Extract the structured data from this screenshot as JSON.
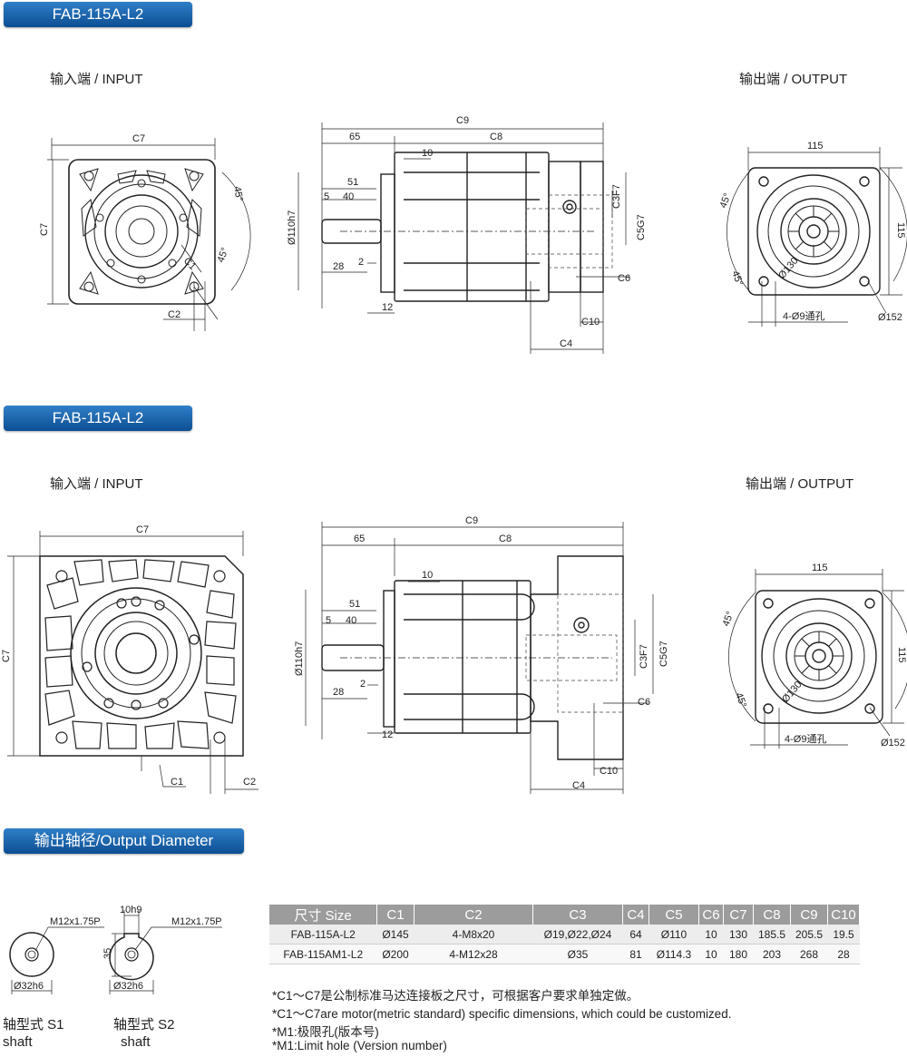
{
  "sections": [
    {
      "title": "FAB-115A-L2",
      "input_label": "输入端 / INPUT",
      "output_label": "输出端 / OUTPUT"
    },
    {
      "title": "FAB-115A-L2",
      "input_label": "输入端 / INPUT",
      "output_label": "输出端 / OUTPUT"
    }
  ],
  "dims": {
    "c1": "C1",
    "c2": "C2",
    "c4": "C4",
    "c6": "C6",
    "c7": "C7",
    "c8": "C8",
    "c9": "C9",
    "c10": "C10",
    "c3f7": "C3F7",
    "c5g7": "C5G7",
    "d65": "65",
    "d10": "10",
    "d51": "51",
    "d5": "5",
    "d40": "40",
    "d28": "28",
    "d2": "2",
    "d12": "12",
    "d110": "Ø110h7",
    "d115": "115",
    "d130": "Ø130",
    "d152": "Ø152",
    "holes": "4-Ø9通孔",
    "deg45": "45°"
  },
  "output_diameter": {
    "title": "输出轴径/Output Diameter",
    "s1": {
      "thread": "M12x1.75P",
      "dia": "Ø32h6",
      "name": "轴型式 S1",
      "sub": "shaft"
    },
    "s2": {
      "key": "10h9",
      "thread": "M12x1.75P",
      "height": "35",
      "dia": "Ø32h6",
      "name": "轴型式 S2",
      "sub": "shaft"
    }
  },
  "table": {
    "headers": [
      "尺寸 Size",
      "C1",
      "C2",
      "C3",
      "C4",
      "C5",
      "C6",
      "C7",
      "C8",
      "C9",
      "C10"
    ],
    "rows": [
      [
        "FAB-115A-L2",
        "Ø145",
        "4-M8x20",
        "Ø19,Ø22,Ø24",
        "64",
        "Ø110",
        "10",
        "130",
        "185.5",
        "205.5",
        "19.5"
      ],
      [
        "FAB-115AM1-L2",
        "Ø200",
        "4-M12x28",
        "Ø35",
        "81",
        "Ø114.3",
        "10",
        "180",
        "203",
        "268",
        "28"
      ]
    ]
  },
  "notes": [
    "*C1～C7是公制标准马达连接板之尺寸，可根据客户要求单独定做。",
    "*C1～C7are motor(metric standard) specific dimensions, which could be customized.",
    "*M1:极限孔(版本号)",
    "*M1:Limit hole (Version number)"
  ]
}
